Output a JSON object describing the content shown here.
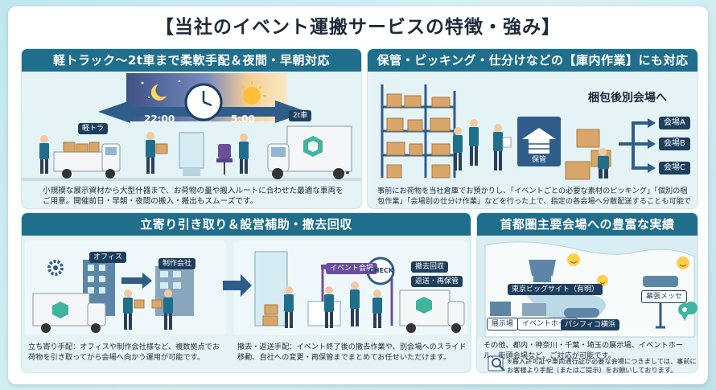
{
  "title": "【当社のイベント運搬サービスの特徴・強み】",
  "panel1": {
    "heading": "軽トラック〜2t車まで柔軟手配＆夜間・早朝対応",
    "truck_small_label": "軽トラ",
    "truck_large_label": "2t車",
    "time_night": "22:00",
    "time_morning": "5:00",
    "description": "小規模な展示資材から大型什器まで、お荷物の量や搬入ルートに合わせた最適な車両をご用意。開催前日・早朝・夜間の搬入・搬出もスムーズです。"
  },
  "panel2": {
    "heading": "保管・ピッキング・仕分けなどの【庫内作業】にも対応",
    "pack_label": "梱包後別会場へ",
    "storage_label": "保管",
    "venues": [
      "会場A",
      "会場B",
      "会場C"
    ],
    "description": "事前にお荷物を当社倉庫でお預かりし、「イベントごとの必要な素材のピッキング」「個別の梱包作業」「会場別の仕分け作業」などを行った上で、指定の各会場へ分散配送することも可能です。"
  },
  "panel3": {
    "heading": "立寄り引き取り＆設営補助・撤去回収",
    "office_label": "オフィス",
    "agency_label": "制作会社",
    "event_label": "イベント会場",
    "check_label": "CHECK",
    "tag_removal": "撤去回収",
    "tag_return": "返送・再保管",
    "desc_left": "立ち寄り手配：オフィスや制作会社様など、複数拠点でお荷物を引き取ってから会場へ向かう運用が可能です。",
    "desc_right": "撤去・返送手配：イベント終了後の撤去作業や、別会場へのスライド移動、自社への変更・再保管までまとめてお任せいただけます。"
  },
  "panel4": {
    "heading": "首都圏主要会場への豊富な実績",
    "venue_bigsight": "東京ビッグサイト（有明）",
    "venue_makuhari": "幕張メッセ",
    "venue_exhibit": "展示場",
    "venue_hall": "イベントホール",
    "venue_pacifico": "パシフィコ横浜",
    "description": "その他、都内・神奈川・千葉・埼玉の展示場、イベントホール、街頭会場など、ご対応が可能です。",
    "note": "※搬入許可証や車両通行証が必要な会場につきましては、事前にお客様より手配（またはご提示）をお願いしております。"
  },
  "colors": {
    "header": "#1f6e8c",
    "panel_bg": "#e4f3f6",
    "title_text": "#1d2a3a",
    "box": "#d9a669",
    "truck_white": "#f4f6f8",
    "accent_green": "#3fb59d"
  }
}
